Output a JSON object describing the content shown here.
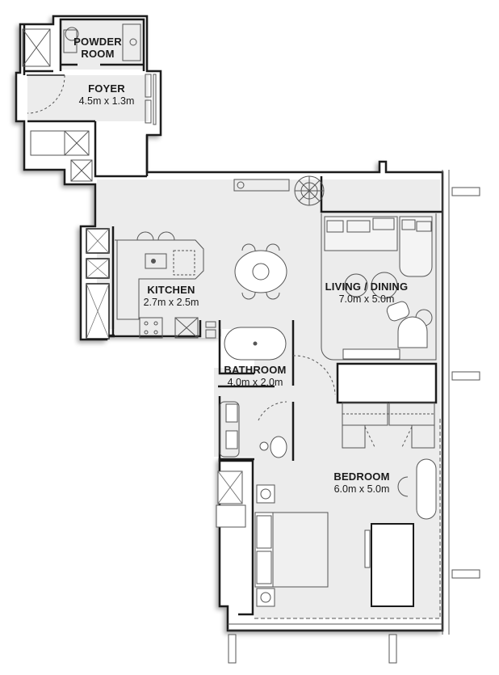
{
  "plan": {
    "type": "apartment floor plan",
    "colors": {
      "wall": "#1a1a1a",
      "floor": "#ededed",
      "background": "#ffffff",
      "fixture_line": "#555555"
    }
  },
  "rooms": {
    "powder_room": {
      "name_line1": "POWDER",
      "name_line2": "ROOM"
    },
    "foyer": {
      "name": "FOYER",
      "dimensions": "4.5m x 1.3m"
    },
    "kitchen": {
      "name": "KITCHEN",
      "dimensions": "2.7m x 2.5m"
    },
    "living_dining": {
      "name": "LIVING / DINING",
      "dimensions": "7.0m x 5.0m"
    },
    "bathroom": {
      "name": "BATHROOM",
      "dimensions": "4.0m x 2.0m"
    },
    "bedroom": {
      "name": "BEDROOM",
      "dimensions": "6.0m x 5.0m"
    }
  },
  "fixtures": [
    "toilet",
    "vanity-sink",
    "front-door",
    "storage-cupboard",
    "kitchen-island",
    "dining-table",
    "dining-chairs",
    "bar-stools",
    "cooktop",
    "sofa",
    "armchair",
    "coffee-table",
    "side-table",
    "plant",
    "bathtub",
    "double-vanity",
    "bed",
    "bedside-tables",
    "wardrobe",
    "desk",
    "desk-chair"
  ]
}
